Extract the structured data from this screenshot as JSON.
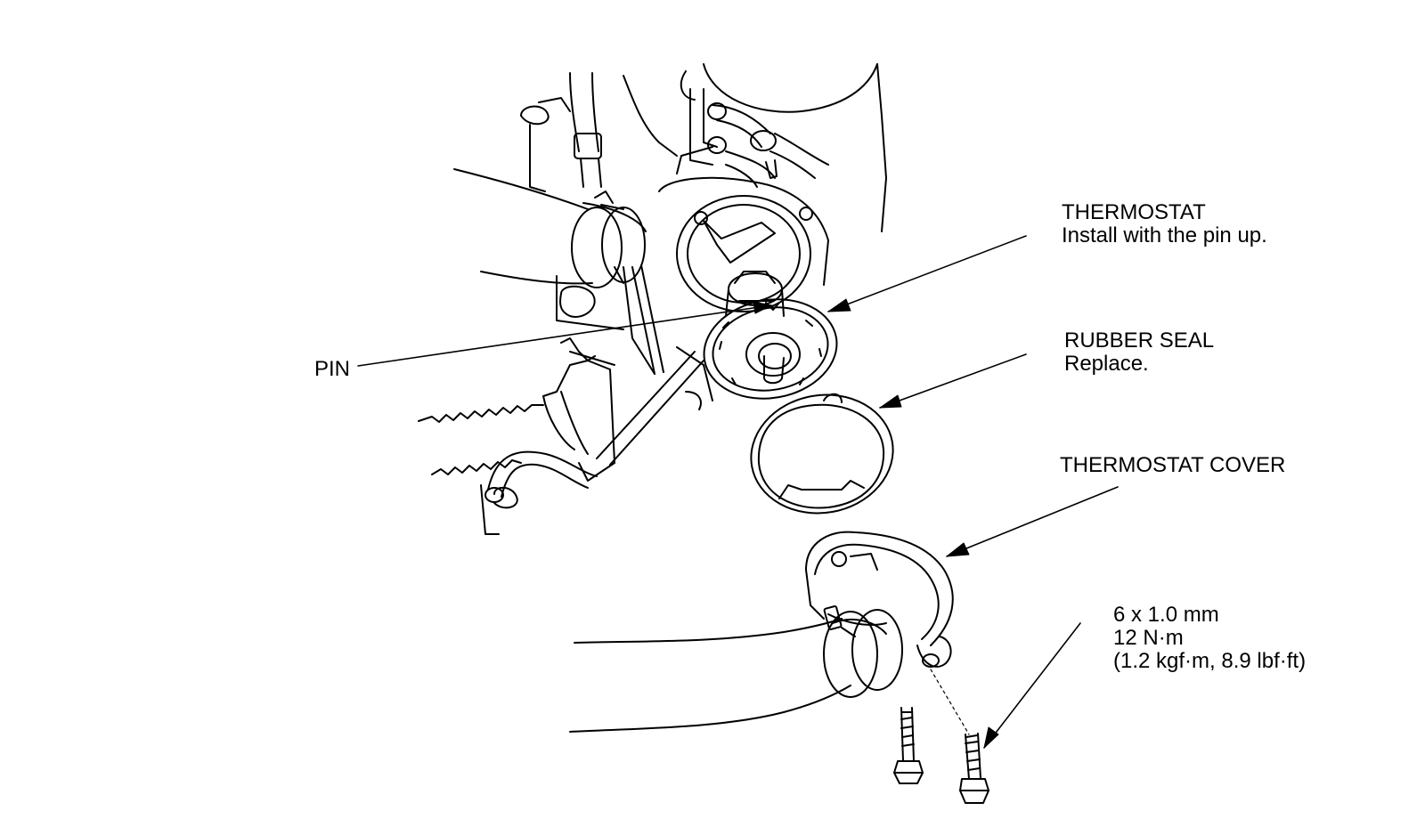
{
  "colors": {
    "line": "#000000",
    "background": "#ffffff"
  },
  "labels": {
    "thermostat": {
      "title": "THERMOSTAT",
      "note": "Install with the pin up."
    },
    "pin": {
      "title": "PIN"
    },
    "rubber_seal": {
      "title": "RUBBER SEAL",
      "note": "Replace."
    },
    "thermostat_cover": {
      "title": "THERMOSTAT COVER"
    },
    "bolt_spec": {
      "size": "6 x 1.0 mm",
      "torque_nm": "12 N·m",
      "torque_alt": "(1.2 kgf·m, 8.9 lbf·ft)"
    }
  }
}
